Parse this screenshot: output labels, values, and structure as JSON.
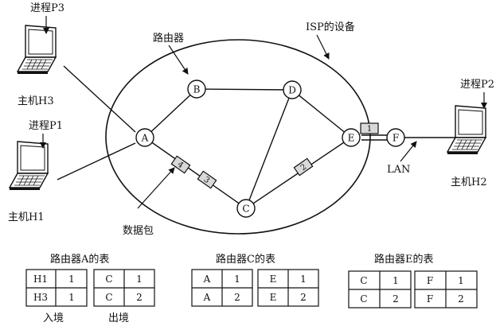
{
  "isp_label": "ISP的设备",
  "router_label": "路由器",
  "packets_label": "数据包",
  "lan_label": "LAN",
  "processes": {
    "p1": "进程P1",
    "p2": "进程P2",
    "p3": "进程P3"
  },
  "hosts": {
    "h1": "主机H1",
    "h2": "主机H2",
    "h3": "主机H3"
  },
  "routers": {
    "a": "A",
    "b": "B",
    "c": "C",
    "d": "D",
    "e": "E",
    "f": "F"
  },
  "packets": {
    "p1": "1",
    "p2": "2",
    "p3": "3",
    "p4": "4"
  },
  "tables": {
    "a": {
      "title": "路由器A的表",
      "in_col": [
        "H1",
        "H3"
      ],
      "in_val": [
        "1",
        "1"
      ],
      "out_col": [
        "C",
        "C"
      ],
      "out_val": [
        "1",
        "2"
      ],
      "in_caption": "入境",
      "out_caption": "出境"
    },
    "c": {
      "title": "路由器C的表",
      "in_col": [
        "A",
        "A"
      ],
      "in_val": [
        "1",
        "2"
      ],
      "out_col": [
        "E",
        "E"
      ],
      "out_val": [
        "1",
        "2"
      ]
    },
    "e": {
      "title": "路由器E的表",
      "in_col": [
        "C",
        "C"
      ],
      "in_val": [
        "1",
        "2"
      ],
      "out_col": [
        "F",
        "F"
      ],
      "out_val": [
        "1",
        "2"
      ]
    }
  }
}
